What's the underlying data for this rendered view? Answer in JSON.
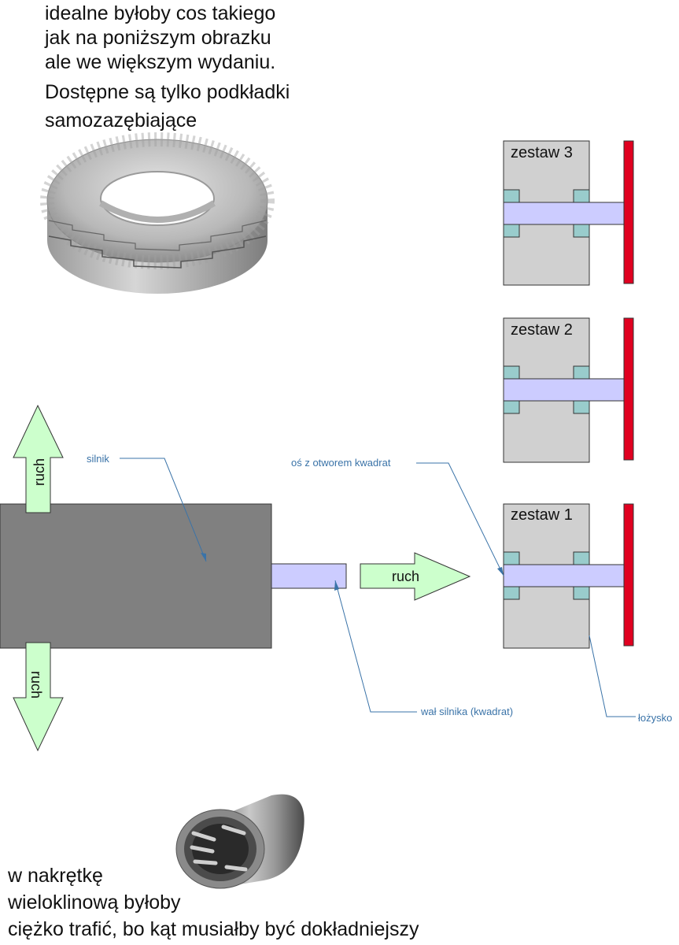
{
  "intro_lines": [
    "idealne byłoby cos takiego",
    "jak na poniższym obrazku",
    "ale  we większym wydaniu.",
    "Dostępne są tylko podkładki",
    "samozazębiające"
  ],
  "bottom_lines": [
    "w nakrętkę",
    "wieloklinową byłoby",
    "ciężko trafić, bo kąt musiałby być dokładniejszy"
  ],
  "sets": {
    "set3": "zestaw 3",
    "set2": "zestaw 2",
    "set1": "zestaw 1"
  },
  "arrows": {
    "up": "ruch",
    "down": "ruch",
    "right": "ruch"
  },
  "callouts": {
    "motor": "silnik",
    "axle": "oś z otworem kwadrat",
    "shaft": "wał silnika (kwadrat)",
    "bearing": "łożysko"
  },
  "colors": {
    "motor_body": "#808080",
    "housing": "#d0d0d0",
    "shaft": "#ccccff",
    "bearing_block": "#99cccc",
    "plate": "#e00020",
    "arrow_fill": "#ccffcc",
    "callout": "#3a73a8"
  }
}
